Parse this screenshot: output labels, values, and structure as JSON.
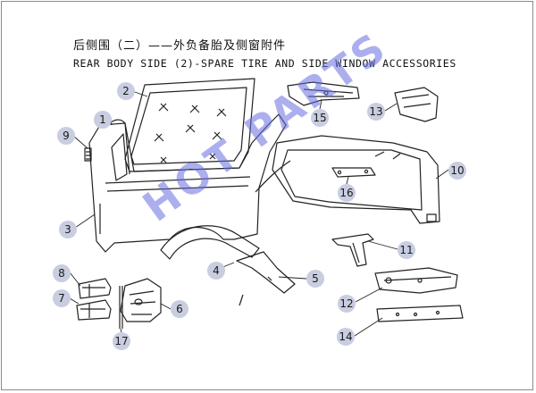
{
  "title_cn": "后侧围（二）——外负备胎及侧窗附件",
  "title_en": "REAR BODY  SIDE (2)-SPARE TIRE AND SIDE WINDOW ACCESSORIES",
  "watermark": "HOT PARTS",
  "callouts": [
    "1",
    "2",
    "3",
    "4",
    "5",
    "6",
    "7",
    "8",
    "9",
    "10",
    "11",
    "12",
    "13",
    "14",
    "15",
    "16",
    "17"
  ],
  "colors": {
    "callout_bg": "#c8cde0",
    "watermark": "#686ede",
    "line": "#222222"
  }
}
